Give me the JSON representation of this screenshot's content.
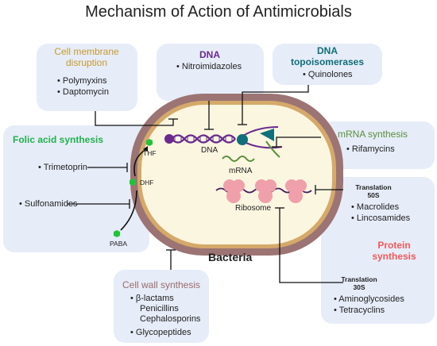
{
  "title": "Mechanism of Action of Antimicrobials",
  "colors": {
    "membrane_heading": "#c79a2e",
    "dna_heading": "#6a2a8e",
    "topo_heading": "#0f6f7a",
    "folic_heading": "#22b14c",
    "mrna_heading": "#5b8f3c",
    "protein_heading": "#ef5a5a",
    "cellwall_heading": "#9a6b6b",
    "box_fill": "#e6ecf8",
    "cell_wall": "#9c7474",
    "cytoplasm": "#fbf6e0",
    "dna_helix": "#6a2a8e",
    "ribosome": "#f0a0aa",
    "molecule": "#22c33a"
  },
  "boxes": {
    "cell_membrane": {
      "heading_line1": "Cell membrane",
      "heading_line2": "disruption",
      "items": [
        "• Polymyxins",
        "• Daptomycin"
      ]
    },
    "dna": {
      "heading": "DNA",
      "items": [
        "• Nitroimidazoles"
      ]
    },
    "dna_topo": {
      "heading_line1": "DNA",
      "heading_line2": "topoisomerases",
      "items": [
        "• Quinolones"
      ]
    },
    "folic_acid": {
      "heading": "Folic acid synthesis",
      "items": [
        "• Trimetoprin",
        "• Sulfonamides"
      ]
    },
    "mrna": {
      "heading": "mRNA synthesis",
      "items": [
        "• Rifamycins"
      ]
    },
    "protein": {
      "translation_50s_line1": "Translation",
      "translation_50s_line2": "50S",
      "items_50s": [
        "• Macrolides",
        "• Lincosamides"
      ],
      "heading_line1": "Protein",
      "heading_line2": "synthesis",
      "translation_30s_line1": "Translation",
      "translation_30s_line2": "30S",
      "items_30s": [
        "• Aminoglycosides",
        "• Tetracyclins"
      ]
    },
    "cell_wall": {
      "heading": "Cell wall synthesis",
      "item1": "• β-lactams",
      "item1_sub1": "Penicillins",
      "item1_sub2": "Cephalosporins",
      "item2": "• Glycopeptides"
    }
  },
  "cell_labels": {
    "thf": "THF",
    "dhf": "DHF",
    "paba": "PABA",
    "dna": "DNA",
    "mrna": "mRNA",
    "ribosome": "Ribosome",
    "bacteria": "Bacteria"
  }
}
